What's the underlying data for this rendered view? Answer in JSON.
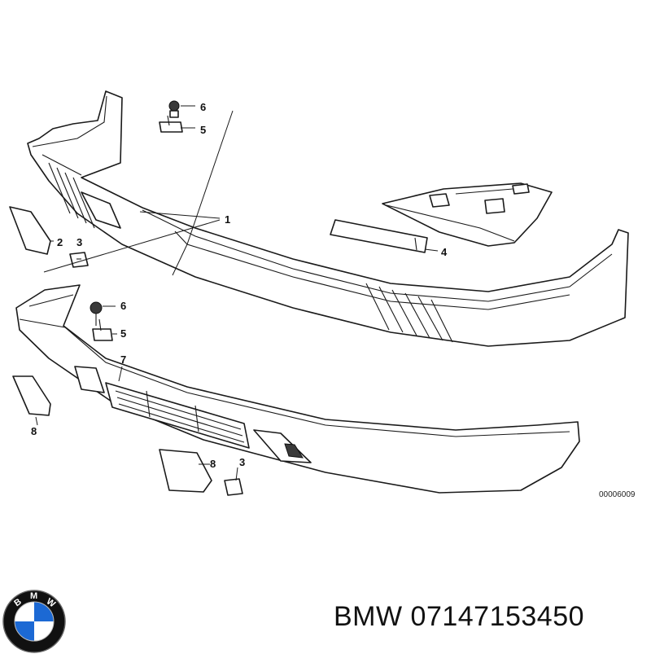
{
  "diagram": {
    "callouts": [
      {
        "id": "c6a",
        "label": "6"
      },
      {
        "id": "c5a",
        "label": "5"
      },
      {
        "id": "c1",
        "label": "1"
      },
      {
        "id": "c2",
        "label": "2"
      },
      {
        "id": "c3a",
        "label": "3"
      },
      {
        "id": "c4",
        "label": "4"
      },
      {
        "id": "c6b",
        "label": "6"
      },
      {
        "id": "c5b",
        "label": "5"
      },
      {
        "id": "c7",
        "label": "7"
      },
      {
        "id": "c8a",
        "label": "8"
      },
      {
        "id": "c8b",
        "label": "8"
      },
      {
        "id": "c3b",
        "label": "3"
      }
    ],
    "reference_code": "00006009"
  },
  "footer": {
    "title": "BMW 07147153450",
    "logo_letters": [
      "B",
      "M",
      "W"
    ]
  },
  "colors": {
    "line": "#1a1a1a",
    "logo_blue": "#1c69d4",
    "logo_ring": "#111111"
  }
}
